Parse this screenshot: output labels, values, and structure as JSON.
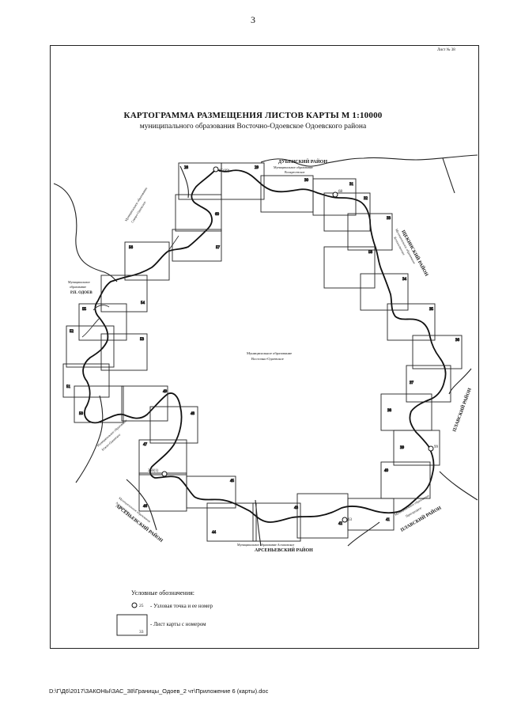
{
  "page_number": "3",
  "stamp": "Лист № 38",
  "title": "КАРТОГРАММА РАЗМЕЩЕНИЯ ЛИСТОВ КАРТЫ М 1:10000",
  "subtitle": "муниципального образования Восточно-Одоевское Одоевского района",
  "map": {
    "center_label": [
      "Муниципальное образование",
      "Восточно-Одоевское"
    ],
    "regions": {
      "dubensky": "ДУБЕНСКИЙ РАЙОН",
      "dubensky_sub": [
        "Муниципальное образование",
        "Воскресенское"
      ],
      "shchekinsky": "ЩЕКИНСКИЙ РАЙОН",
      "shchekinsky_sub": [
        "Муниципальное образование",
        "Яснополянское"
      ],
      "plavsky_rail": "ПЛАВСКИЙ РАЙОН",
      "plavsky_bottom": "ПЛАВСКИЙ РАЙОН",
      "plavsky_sub": [
        "Муниципальное образование",
        "Пригородное"
      ],
      "arsenyevsky_left": "АРСЕНЬЕВСКИЙ РАЙОН",
      "arsenyevsky_left_sub": [
        "Муниципальное образование",
        "Астаповское"
      ],
      "arsenyevsky_bottom": "АРСЕНЬЕВСКИЙ РАЙОН",
      "arsenyevsky_bottom_sub": "Муниципальное образование Астаповское",
      "odoev": [
        "Муниципальное",
        "образование",
        "Р.П. ОДОЕВ"
      ],
      "severo": [
        "Муниципальное образование",
        "Северо-Одоевское"
      ],
      "yuzhno": [
        "Муниципальное образование",
        "Южно-Одоевское"
      ]
    },
    "nodes": [
      "25(69)",
      "68",
      "99",
      "250(1)",
      "63"
    ],
    "sheets": [
      {
        "n": "28"
      },
      {
        "n": "29"
      },
      {
        "n": "30"
      },
      {
        "n": "31"
      },
      {
        "n": "32"
      },
      {
        "n": "33"
      },
      {
        "n": "34"
      },
      {
        "n": "35"
      },
      {
        "n": "36"
      },
      {
        "n": "37"
      },
      {
        "n": "38"
      },
      {
        "n": "39"
      },
      {
        "n": "40"
      },
      {
        "n": "41"
      },
      {
        "n": "42"
      },
      {
        "n": "43"
      },
      {
        "n": "44"
      },
      {
        "n": "45"
      },
      {
        "n": "46"
      },
      {
        "n": "47"
      },
      {
        "n": "48"
      },
      {
        "n": "49"
      },
      {
        "n": "50"
      },
      {
        "n": "51"
      },
      {
        "n": "52"
      },
      {
        "n": "53"
      },
      {
        "n": "54"
      },
      {
        "n": "55"
      },
      {
        "n": "56"
      },
      {
        "n": "57"
      },
      {
        "n": "58"
      },
      {
        "n": "60"
      }
    ]
  },
  "legend": {
    "title": "Условные обозначения:",
    "node_sample": "25",
    "node_text": "- Узловая точка и ее номер",
    "sheet_sample": "33",
    "sheet_text": "- Лист карты с номером"
  },
  "footer": "D:\\Г\\Д6\\2017\\ЗАКОНЫ\\ЗАС_38\\Границы_Одоев_2 чт\\Приложение 6 (карты).doc"
}
